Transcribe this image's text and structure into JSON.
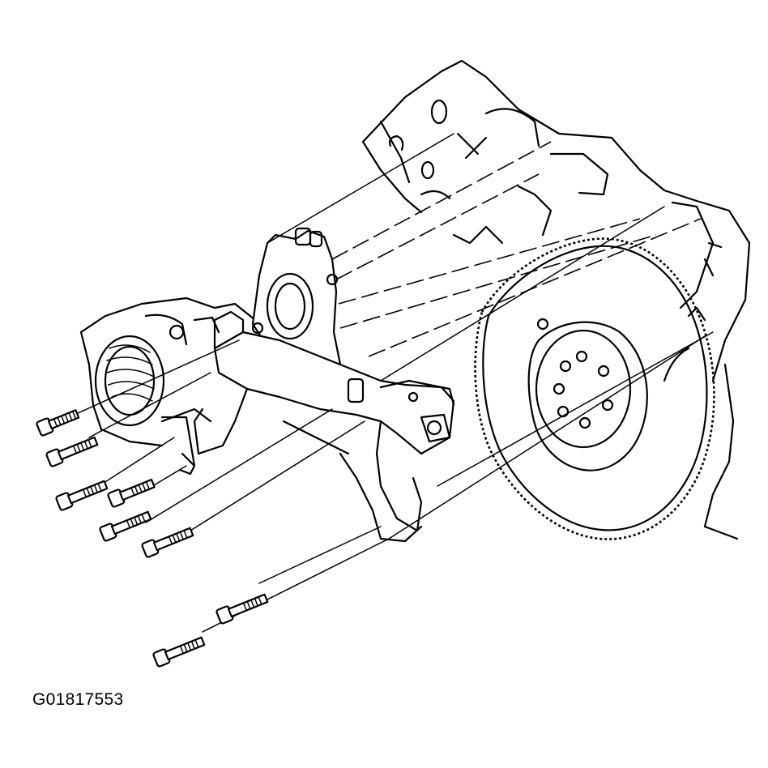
{
  "figure_code": "G01817553",
  "colors": {
    "line": "#000000",
    "background": "#ffffff"
  },
  "bolts": [
    {
      "id": "bolt-1"
    },
    {
      "id": "bolt-2"
    },
    {
      "id": "bolt-3"
    },
    {
      "id": "bolt-4"
    },
    {
      "id": "bolt-5"
    },
    {
      "id": "bolt-6"
    },
    {
      "id": "bolt-7"
    },
    {
      "id": "bolt-8"
    }
  ]
}
